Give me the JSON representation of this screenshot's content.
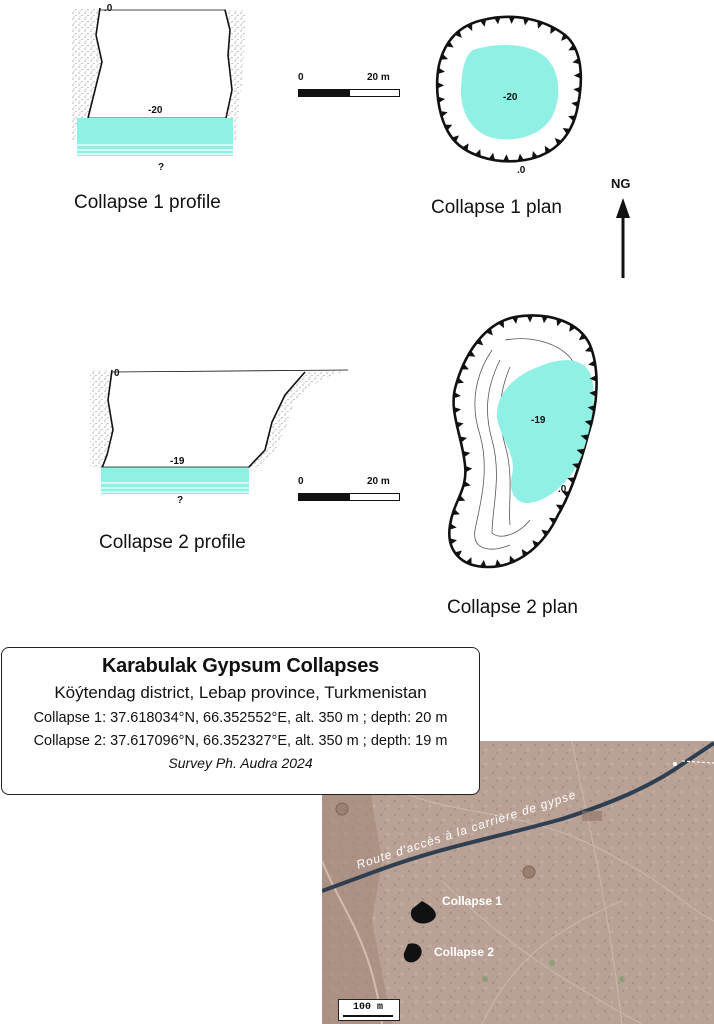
{
  "collapse1": {
    "profile_caption": "Collapse 1 profile",
    "plan_caption": "Collapse 1 plan",
    "profile_top_label": ".0",
    "profile_water_label": "-20",
    "profile_bottom_label": "?",
    "plan_depth_label": "-20",
    "plan_rim_label": ".0",
    "scale_start": "0",
    "scale_end": "20 m"
  },
  "north_arrow": {
    "label": "NG"
  },
  "collapse2": {
    "profile_caption": "Collapse 2 profile",
    "plan_caption": "Collapse 2 plan",
    "profile_top_label": "0",
    "profile_water_label": "-19",
    "profile_bottom_label": "?",
    "plan_depth_label": "-19",
    "plan_rim_label": ".0",
    "scale_start": "0",
    "scale_end": "20 m"
  },
  "info_box": {
    "title": "Karabulak Gypsum Collapses",
    "subtitle": "Köýtendag district, Lebap province, Turkmenistan",
    "line1": "Collapse 1: 37.618034°N, 66.352552°E, alt. 350 m ; depth: 20 m",
    "line2": "Collapse 2: 37.617096°N, 66.352327°E, alt. 350 m ; depth: 19 m",
    "credit": "Survey Ph. Audra 2024"
  },
  "map": {
    "road_label": "Route d'accès à la carrière de gypse",
    "collapse1_label": "Collapse 1",
    "collapse2_label": "Collapse 2",
    "scale_label": "100 m"
  },
  "colors": {
    "water": "#8ff0e3",
    "line": "#111111",
    "ground_fill": "#b79f93",
    "road": "#3a4a5a"
  }
}
